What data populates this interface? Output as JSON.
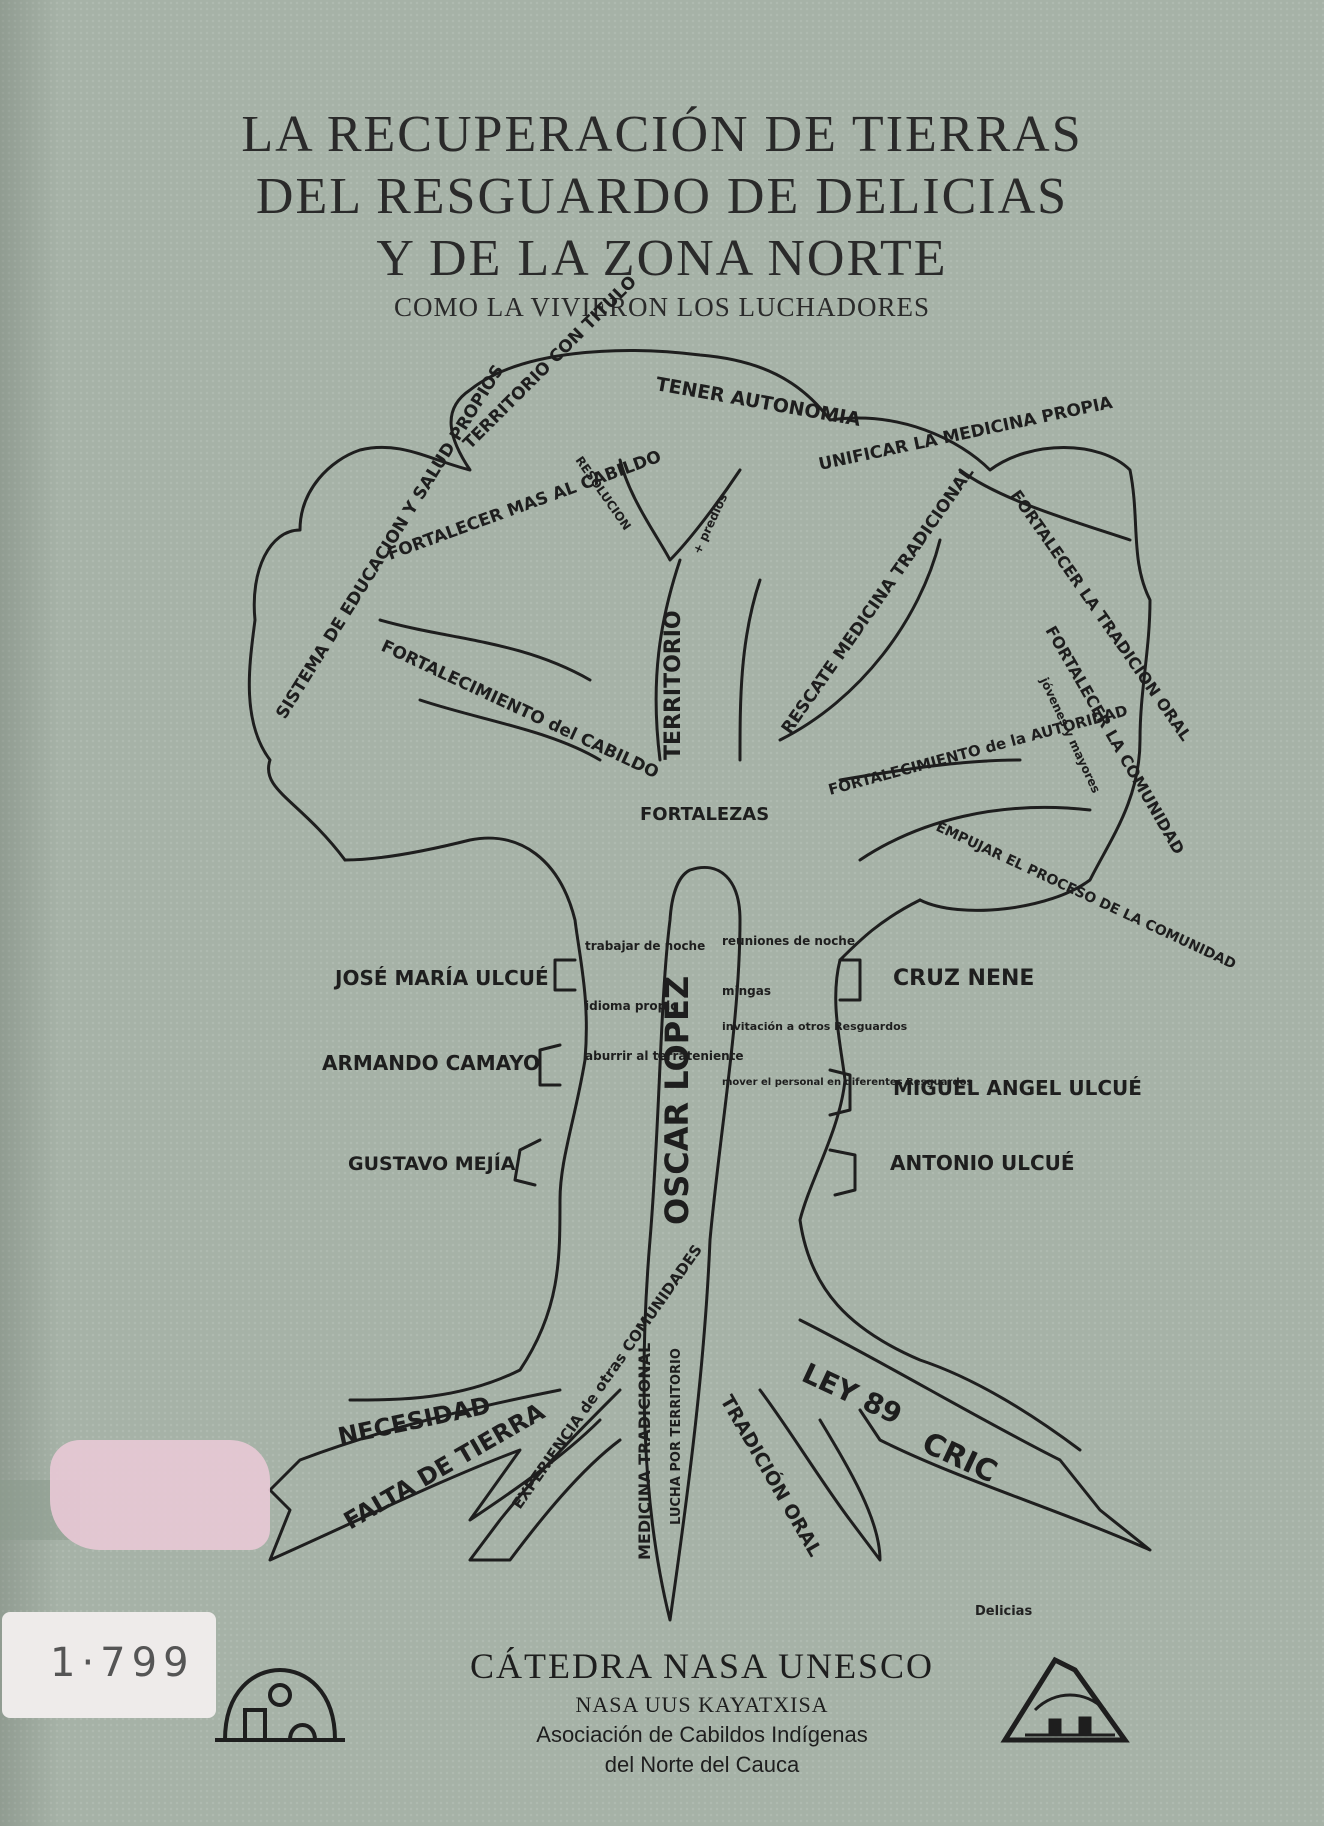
{
  "title": {
    "line1": "LA RECUPERACIÓN DE TIERRAS",
    "line2": "DEL RESGUARDO DE DELICIAS",
    "line3": "Y DE LA ZONA NORTE",
    "subtitle": "COMO LA VIVIERON LOS LUCHADORES"
  },
  "tree": {
    "crown": {
      "territorio_titulo": "TERRITORIO CON TITULO",
      "tener_autonomia": "TENER AUTONOMIA",
      "unificar": "UNIFICAR LA MEDICINA PROPIA",
      "educacion": "SISTEMA DE EDUCACION Y SALUD PROPIOS",
      "fortalecer_cabildo": "FORTALECER MAS AL CABILDO",
      "fortalecer_tradicion": "FORTALECER LA TRADICION ORAL",
      "fortalecimiento_cabildo": "FORTALECIMIENTO del CABILDO",
      "territorio": "TERRITORIO",
      "resolucion": "RESOLUCION",
      "predios": "+ predios",
      "rescate": "RESCATE MEDICINA TRADICIONAL",
      "fortalecer_comunidad": "FORTALECER LA COMUNIDAD",
      "comunidad_sub": "jóvenes y mayores",
      "fortalecimiento_autoridad": "FORTALECIMIENTO de la AUTORIDAD",
      "fortalezas": "FORTALEZAS",
      "empujar": "EMPUJAR EL PROCESO DE LA COMUNIDAD"
    },
    "trunk": {
      "center": "OSCAR LÓPEZ",
      "left_notes": [
        "trabajar de noche",
        "idioma propio",
        "aburrir al terrateniente"
      ],
      "right_notes": [
        "reuniones de noche",
        "mingas",
        "invitación a otros Resguardos",
        "mover el personal en diferentes Resguardos"
      ]
    },
    "people": {
      "left": [
        "JOSÉ MARÍA ULCUÉ",
        "ARMANDO CAMAYO",
        "GUSTAVO MEJÍA"
      ],
      "right": [
        "CRUZ NENE",
        "MIGUEL ANGEL ULCUÉ",
        "ANTONIO ULCUÉ"
      ]
    },
    "roots": {
      "necesidad": "NECESIDAD",
      "falta": "FALTA DE TIERRA",
      "experiencia": "EXPERIENCIA de otras COMUNIDADES",
      "medicina": "MEDICINA TRADICIONAL",
      "lucha": "LUCHA POR TERRITORIO",
      "tradicion": "TRADICIÓN ORAL",
      "ley": "LEY 89",
      "cric": "CRIC"
    }
  },
  "footer": {
    "line1": "CÁTEDRA NASA UNESCO",
    "line2": "NASA UUS KAYATXISA",
    "line3": "Asociación de Cabildos Indígenas",
    "line4": "del Norte del Cauca",
    "logo_caption": "Delicias"
  },
  "sticker": {
    "number": "1·799"
  },
  "colors": {
    "background": "#a6b2a7",
    "ink": "#1e1e1e",
    "tape": "#e9c9d6"
  }
}
